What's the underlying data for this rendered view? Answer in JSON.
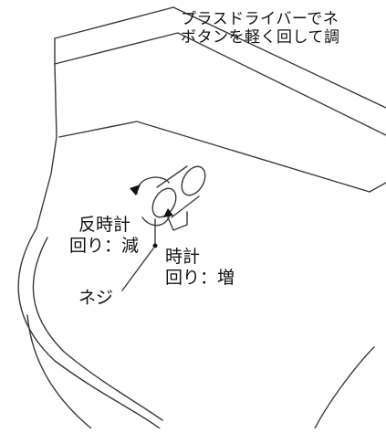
{
  "caption": {
    "line1": "プラスドライバーでネ",
    "line2": "ボタンを軽く回して調"
  },
  "labels": {
    "ccw_line1": "反時計",
    "ccw_line2": "回り：減",
    "cw_line1": "時計",
    "cw_line2": "回り：増",
    "screw": "ネジ"
  },
  "colors": {
    "line": "#3a3a3a",
    "background": "#ffffff"
  }
}
